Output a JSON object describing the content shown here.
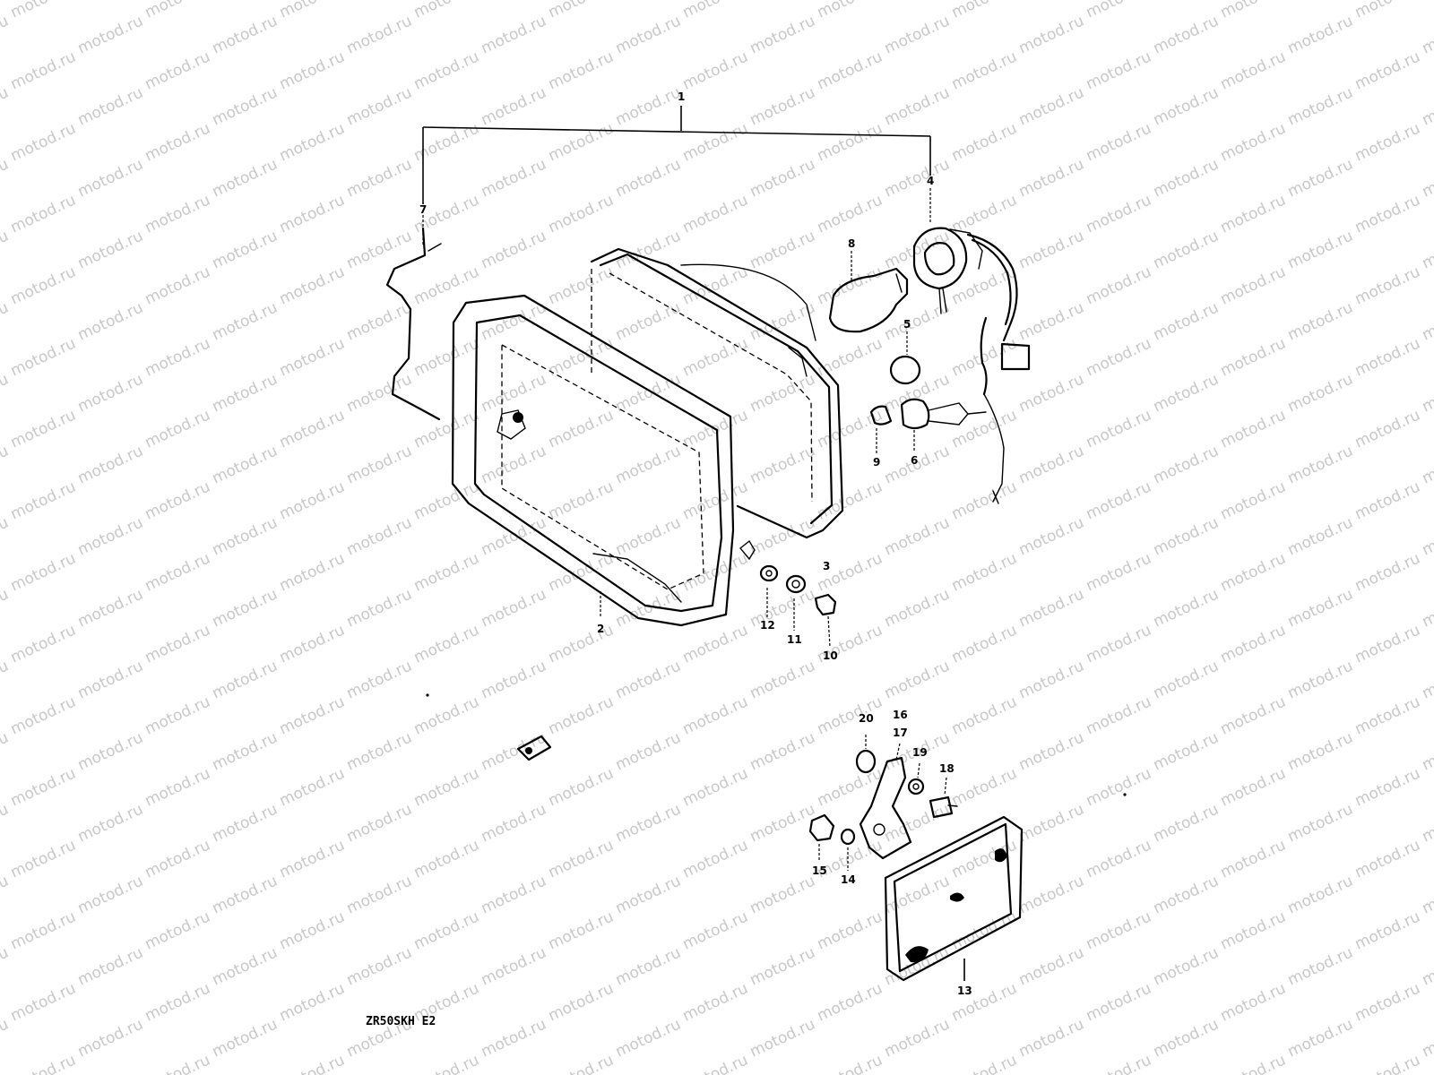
{
  "watermark": {
    "text": "motod.ru",
    "color": "#c8c8c8"
  },
  "diagram_code": "ZR50SKH E2",
  "callouts": [
    "1",
    "2",
    "3",
    "4",
    "5",
    "6",
    "7",
    "8",
    "9",
    "10",
    "11",
    "12",
    "13",
    "14",
    "15",
    "16",
    "17",
    "18",
    "19",
    "20"
  ],
  "colors": {
    "ink": "#000000",
    "background": "#ffffff"
  }
}
